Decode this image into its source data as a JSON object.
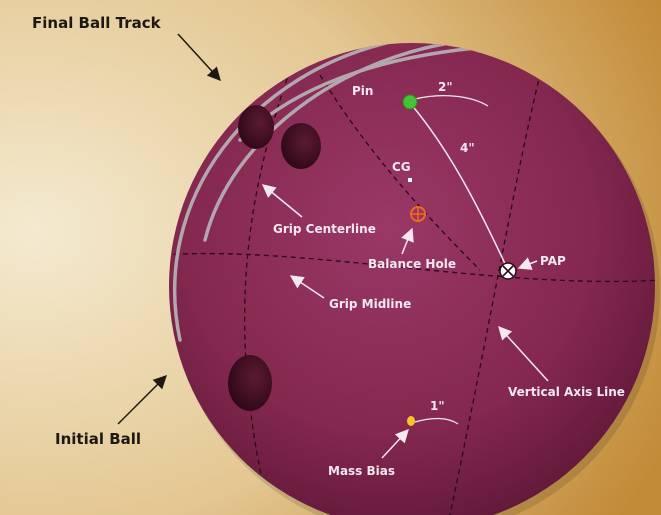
{
  "labels": {
    "final_ball_track": "Final Ball Track",
    "initial_ball": "Initial Ball",
    "pin": "Pin",
    "cg": "CG",
    "grip_centerline": "Grip Centerline",
    "balance_hole": "Balance Hole",
    "pap": "PAP",
    "grip_midline": "Grip Midline",
    "vertical_axis_line": "Vertical Axis Line",
    "mass_bias": "Mass Bias",
    "dim_pin_2in": "2\"",
    "dim_pin_pap_4in": "4\"",
    "dim_mass_bias_1in": "1\""
  },
  "colors": {
    "background_light": "#f2e6c6",
    "background_dark": "#c8913a",
    "ball": "#8e2e58",
    "ball_shadow": "#3a0d22",
    "track": "#b3a7ae",
    "pin": "#46c23a",
    "balance_hole": "#ee6a1c",
    "mass_bias": "#f3c52c"
  }
}
